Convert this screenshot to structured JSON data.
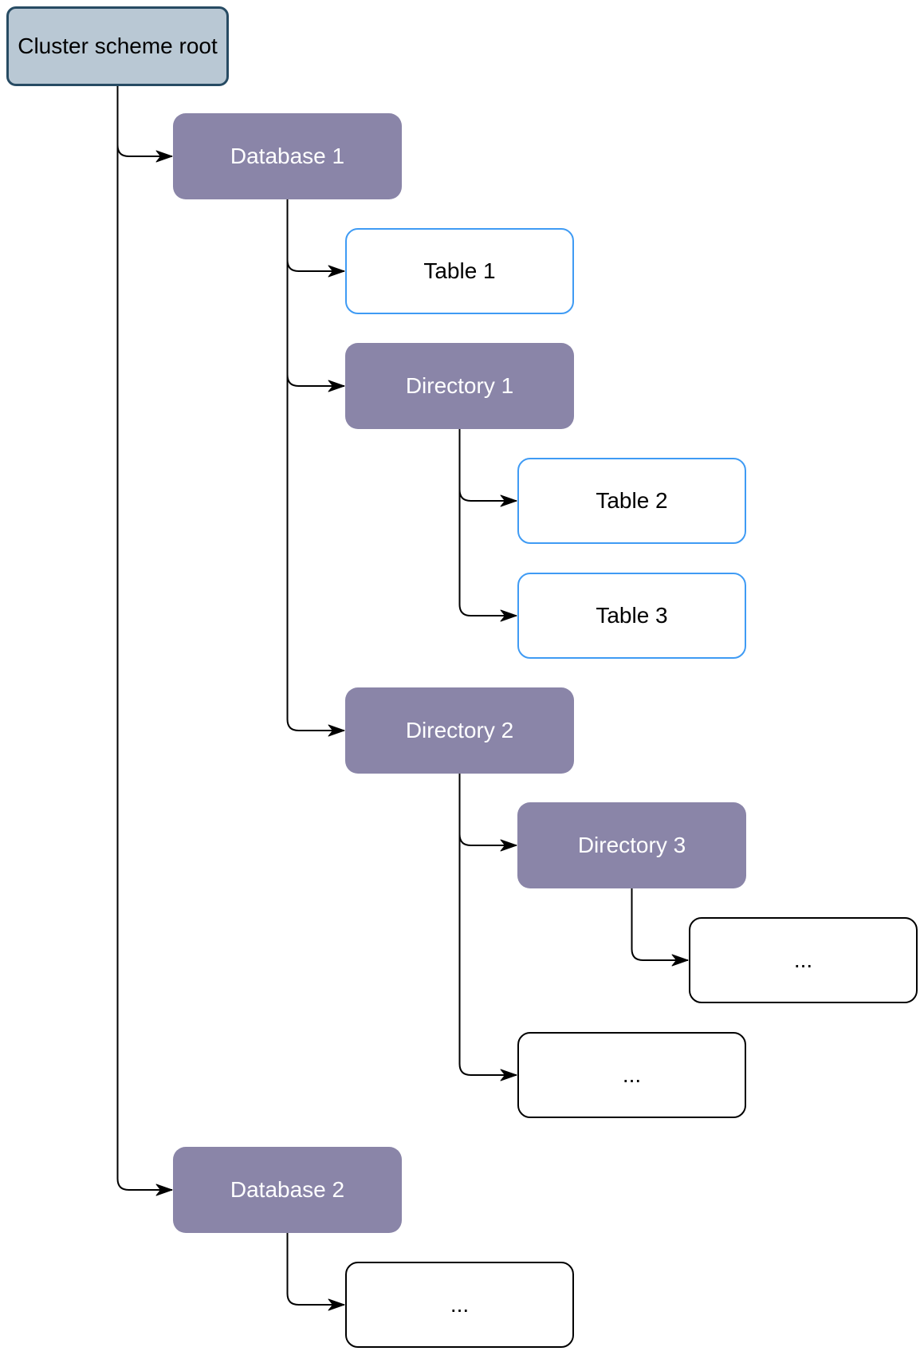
{
  "diagram": {
    "nodes": [
      {
        "id": "root",
        "label": "Cluster scheme root",
        "type": "root",
        "parent": null
      },
      {
        "id": "db1",
        "label": "Database 1",
        "type": "primary",
        "parent": "root"
      },
      {
        "id": "table1",
        "label": "Table 1",
        "type": "table",
        "parent": "db1"
      },
      {
        "id": "dir1",
        "label": "Directory 1",
        "type": "primary",
        "parent": "db1"
      },
      {
        "id": "table2",
        "label": "Table 2",
        "type": "table",
        "parent": "dir1"
      },
      {
        "id": "table3",
        "label": "Table 3",
        "type": "table",
        "parent": "dir1"
      },
      {
        "id": "dir2",
        "label": "Directory 2",
        "type": "primary",
        "parent": "db1"
      },
      {
        "id": "dir3",
        "label": "Directory 3",
        "type": "primary",
        "parent": "dir2"
      },
      {
        "id": "more1",
        "label": "...",
        "type": "placeholder",
        "parent": "dir3"
      },
      {
        "id": "more2",
        "label": "...",
        "type": "placeholder",
        "parent": "dir2"
      },
      {
        "id": "db2",
        "label": "Database 2",
        "type": "primary",
        "parent": "root"
      },
      {
        "id": "more3",
        "label": "...",
        "type": "placeholder",
        "parent": "db2"
      }
    ],
    "edges": [
      {
        "from": "root",
        "to": "db1"
      },
      {
        "from": "db1",
        "to": "table1"
      },
      {
        "from": "db1",
        "to": "dir1"
      },
      {
        "from": "dir1",
        "to": "table2"
      },
      {
        "from": "dir1",
        "to": "table3"
      },
      {
        "from": "db1",
        "to": "dir2"
      },
      {
        "from": "dir2",
        "to": "dir3"
      },
      {
        "from": "dir3",
        "to": "more1"
      },
      {
        "from": "dir2",
        "to": "more2"
      },
      {
        "from": "root",
        "to": "db2"
      },
      {
        "from": "db2",
        "to": "more3"
      }
    ],
    "colors": {
      "root_fill": "#b9c8d4",
      "root_border": "#274b63",
      "primary_fill": "#8a85a8",
      "primary_text": "#ffffff",
      "table_border": "#3f9bf4",
      "placeholder_border": "#000000",
      "connector": "#000000",
      "text": "#000000",
      "background": "#ffffff"
    }
  }
}
